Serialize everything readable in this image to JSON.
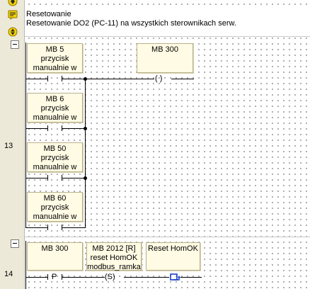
{
  "comment": {
    "title": "Resetowanie",
    "text": "Resetowanie DO2 (PC-11) na wszystkich sterownikach serw."
  },
  "networks": [
    {
      "number": "13",
      "contacts": [
        {
          "lines": [
            "MB 5",
            "przycisk",
            "manualnie w"
          ]
        },
        {
          "lines": [
            "MB 6",
            "przycisk",
            "manualnie w"
          ]
        },
        {
          "lines": [
            "MB 50",
            "przycisk",
            "manualnie w"
          ]
        },
        {
          "lines": [
            "MB 60",
            "przycisk",
            "manualnie w"
          ]
        }
      ],
      "coil": {
        "lines": [
          "MB 300"
        ],
        "symbol": "( )"
      }
    },
    {
      "number": "14",
      "contact": {
        "lines": [
          "MB 300"
        ],
        "symbol": "P"
      },
      "set_coil": {
        "lines": [
          "MB 2012 [R]",
          "reset HomOK",
          "modbus_ramka"
        ],
        "symbol": "(S)"
      },
      "function": {
        "lines": [
          "Reset HomOK"
        ]
      }
    }
  ],
  "icons": [
    "expand-arrow-icon",
    "comment-icon",
    "collapse-icon"
  ],
  "colors": {
    "box_fill": "#fffbe4",
    "box_border": "#b7b08c",
    "gutter": "#ece9d8",
    "icon_yellow": "#f6d400",
    "reset_icon": "#1a3fc8"
  }
}
